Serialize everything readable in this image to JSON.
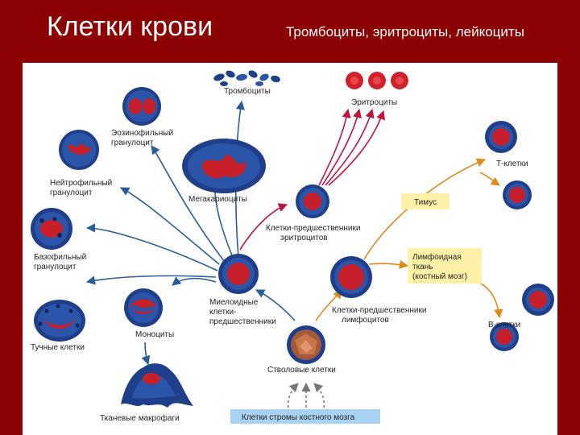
{
  "title": "Клетки крови",
  "subtitle": "Тромбоциты, эритроциты, лейкоциты",
  "colors": {
    "background": "#8b0000",
    "cell_outer": "#1f3f8a",
    "cell_inner": "#c8202a",
    "arrow_blue": "#2a5d9a",
    "arrow_red": "#c0143c",
    "arrow_orange": "#e08a1e",
    "box_yellow": "#fff2a8",
    "box_blue": "#a9d2f2"
  },
  "labels": {
    "thrombocytes": "Тромбоциты",
    "erythrocytes": "Эритроциты",
    "eosinophil": [
      "Эозинофильный",
      "гранулоцит"
    ],
    "neutrophil": [
      "Нейтрофильный",
      "гранулоцит"
    ],
    "megakaryocytes": "Мегакариоциты",
    "basophil": [
      "Базофильный",
      "гранулоцит"
    ],
    "erythro_precursors": [
      "Клетки-предшественники",
      "эритроцитов"
    ],
    "myeloid": [
      "Миелоидные",
      "клетки-",
      "предшественники"
    ],
    "monocytes": "Моноциты",
    "mast_cells": "Тучные клетки",
    "tissue_macrophages": "Тканевые макрофаги",
    "stem_cells": "Стволовые клетки",
    "lymph_precursors": [
      "Клетки-предшественники",
      "лимфоцитов"
    ],
    "t_cells": "Т-клетки",
    "b_cells": "В-клетки",
    "thymus": "Тимус",
    "lymphoid": [
      "Лимфоидная",
      "ткань",
      "(костный мозг)"
    ],
    "stroma": "Клетки стромы костного мозга"
  }
}
